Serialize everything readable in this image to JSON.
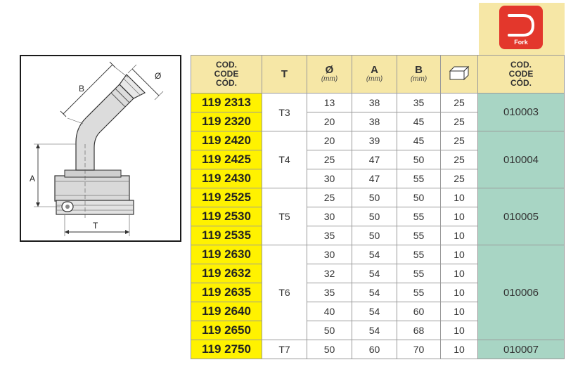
{
  "drawing": {
    "dim_b": "B",
    "dim_diameter": "Ø",
    "dim_a": "A",
    "dim_t": "T"
  },
  "fork": {
    "icon": "fork-logo-icon",
    "label": "Fork",
    "color": "#e3372c"
  },
  "colors": {
    "header_bg": "#f6e7a6",
    "code_bg": "#fff200",
    "fork_bg": "#a8d5c4"
  },
  "headers": {
    "cod_line1": "COD.",
    "cod_line2": "CODE",
    "cod_line3": "CÓD.",
    "t": "T",
    "diameter": "Ø",
    "diameter_unit": "(mm)",
    "a": "A",
    "a_unit": "(mm)",
    "b": "B",
    "b_unit": "(mm)",
    "box_icon": "box-icon",
    "fork_cod_line1": "COD.",
    "fork_cod_line2": "CODE",
    "fork_cod_line3": "CÓD."
  },
  "groups": [
    {
      "t": "T3",
      "fork_code": "010003",
      "rows": [
        {
          "code": "119 2313",
          "d": "13",
          "a": "38",
          "b": "35",
          "qty": "25"
        },
        {
          "code": "119 2320",
          "d": "20",
          "a": "38",
          "b": "45",
          "qty": "25"
        }
      ]
    },
    {
      "t": "T4",
      "fork_code": "010004",
      "rows": [
        {
          "code": "119 2420",
          "d": "20",
          "a": "39",
          "b": "45",
          "qty": "25"
        },
        {
          "code": "119 2425",
          "d": "25",
          "a": "47",
          "b": "50",
          "qty": "25"
        },
        {
          "code": "119 2430",
          "d": "30",
          "a": "47",
          "b": "55",
          "qty": "25"
        }
      ]
    },
    {
      "t": "T5",
      "fork_code": "010005",
      "rows": [
        {
          "code": "119 2525",
          "d": "25",
          "a": "50",
          "b": "50",
          "qty": "10"
        },
        {
          "code": "119 2530",
          "d": "30",
          "a": "50",
          "b": "55",
          "qty": "10"
        },
        {
          "code": "119 2535",
          "d": "35",
          "a": "50",
          "b": "55",
          "qty": "10"
        }
      ]
    },
    {
      "t": "T6",
      "fork_code": "010006",
      "rows": [
        {
          "code": "119 2630",
          "d": "30",
          "a": "54",
          "b": "55",
          "qty": "10"
        },
        {
          "code": "119 2632",
          "d": "32",
          "a": "54",
          "b": "55",
          "qty": "10"
        },
        {
          "code": "119 2635",
          "d": "35",
          "a": "54",
          "b": "55",
          "qty": "10"
        },
        {
          "code": "119 2640",
          "d": "40",
          "a": "54",
          "b": "60",
          "qty": "10"
        },
        {
          "code": "119 2650",
          "d": "50",
          "a": "54",
          "b": "68",
          "qty": "10"
        }
      ]
    },
    {
      "t": "T7",
      "fork_code": "010007",
      "rows": [
        {
          "code": "119 2750",
          "d": "50",
          "a": "60",
          "b": "70",
          "qty": "10"
        }
      ]
    }
  ]
}
